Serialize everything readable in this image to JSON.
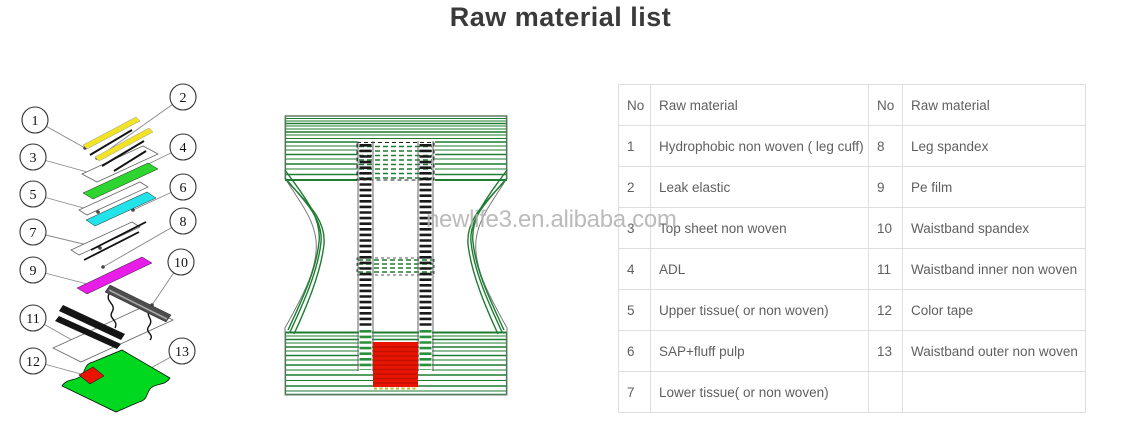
{
  "page": {
    "title": "Raw material list",
    "watermark": "newlife3.en.alibaba.com"
  },
  "table": {
    "headers": [
      "No",
      "Raw material",
      "No",
      "Raw material"
    ],
    "rows": [
      [
        "1",
        "Hydrophobic non woven ( leg cuff)",
        "8",
        "Leg spandex"
      ],
      [
        "2",
        "Leak elastic",
        "9",
        "Pe film"
      ],
      [
        "3",
        "Top sheet non woven",
        "10",
        "Waistband spandex"
      ],
      [
        "4",
        "ADL",
        "11",
        "Waistband inner non woven"
      ],
      [
        "5",
        "Upper tissue( or non woven)",
        "12",
        "Color tape"
      ],
      [
        "6",
        "SAP+fluff pulp",
        "13",
        "Waistband outer non woven"
      ],
      [
        "7",
        "Lower tissue( or non woven)",
        "",
        ""
      ]
    ]
  },
  "exploded": {
    "callout_numbers": [
      "1",
      "2",
      "3",
      "4",
      "5",
      "6",
      "7",
      "8",
      "9",
      "10",
      "11",
      "12",
      "13"
    ]
  },
  "colors": {
    "yellow": "#f2e324",
    "green_sheet": "#2ed52e",
    "cyan": "#22e2ea",
    "magenta": "#e81ee8",
    "gray_band": "#4d4d4d",
    "red_tape": "#e81400",
    "green_backsheet": "#00d820",
    "red_core": "#e81400",
    "diagram_green": "#1e7d32",
    "table_border": "#dedede",
    "table_text": "#5f5f5f",
    "title_text": "#3a3a3a",
    "watermark_gray": "#b0b0b0"
  }
}
